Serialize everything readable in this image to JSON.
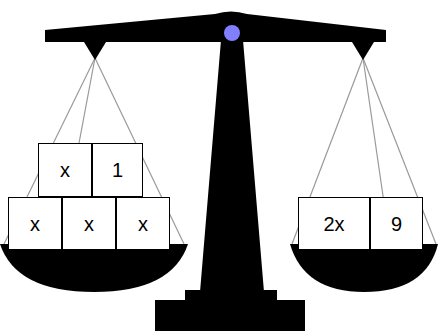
{
  "diagram": {
    "nodes": [
      {
        "text": [
          "x"
        ]
      },
      {
        "text": [
          "1"
        ]
      },
      {
        "text": [
          "x"
        ]
      },
      {
        "text": [
          "x"
        ]
      },
      {
        "text": [
          "x"
        ]
      },
      {
        "text": [
          "2x"
        ]
      },
      {
        "text": [
          "9"
        ]
      }
    ]
  }
}
